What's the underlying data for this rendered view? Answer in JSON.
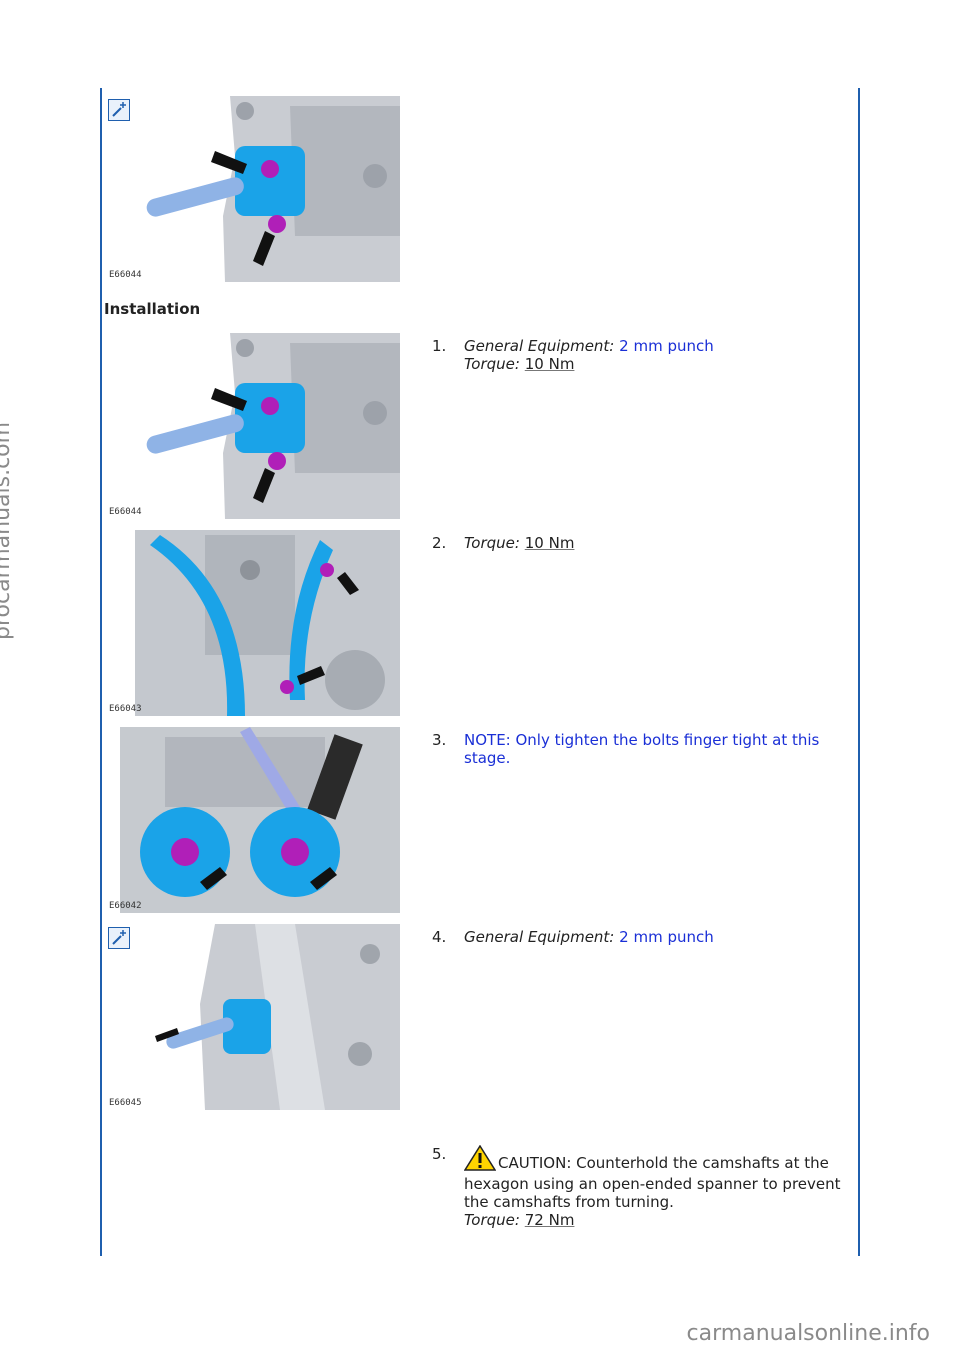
{
  "section_title": "Installation",
  "watermark_side": "procarmanuals.com",
  "watermark_bottom": "carmanualsonline.info",
  "figures": [
    {
      "label": "E66044"
    },
    {
      "label": "E66044"
    },
    {
      "label": "E66043"
    },
    {
      "label": "E66042"
    },
    {
      "label": "E66045"
    }
  ],
  "steps": [
    {
      "num": "1.",
      "equip_label": "General Equipment:",
      "equip_value": "2 mm punch",
      "torque_label": "Torque:",
      "torque_value": "10 Nm"
    },
    {
      "num": "2.",
      "torque_label": "Torque:",
      "torque_value": "10 Nm"
    },
    {
      "num": "3.",
      "note": "NOTE: Only tighten the bolts finger tight at this stage."
    },
    {
      "num": "4.",
      "equip_label": "General Equipment:",
      "equip_value": "2 mm punch"
    },
    {
      "num": "5.",
      "caution": "CAUTION: Counterhold the camshafts at the hexagon using an open-ended spanner to prevent the camshafts from turning.",
      "torque_label": "Torque:",
      "torque_value": "72 Nm"
    }
  ],
  "colors": {
    "rule": "#1f5fae",
    "link": "#1a2fd6",
    "part_blue": "#1aa3e8",
    "bolt_magenta": "#b01fb8"
  }
}
